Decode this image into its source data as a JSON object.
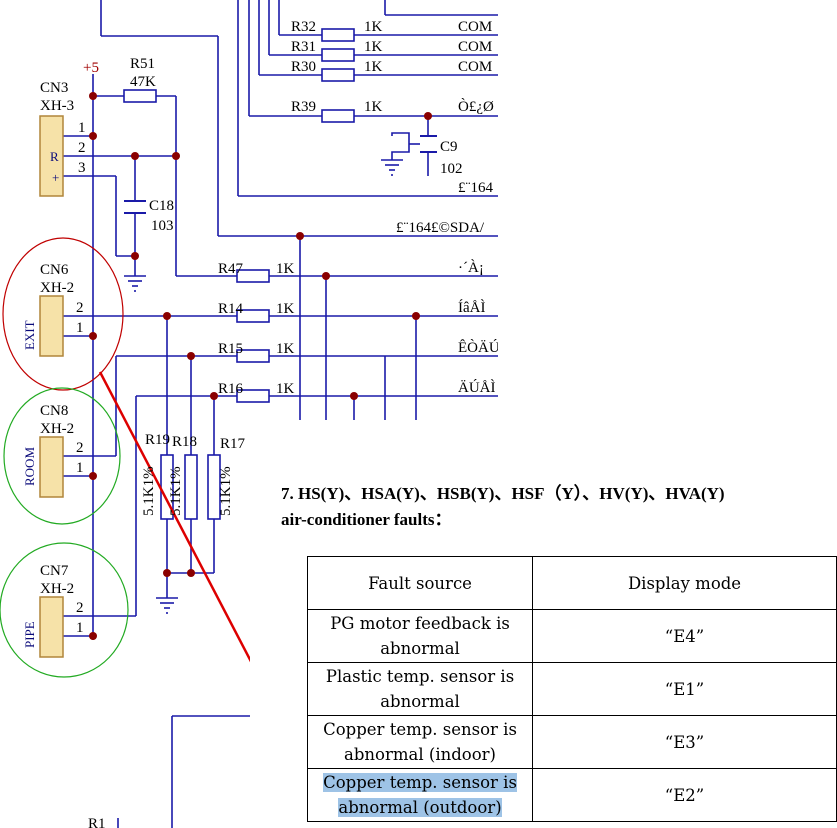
{
  "schematic": {
    "connectors": [
      {
        "ref": "CN3",
        "type": "XH-3",
        "pins": [
          "1",
          "2",
          "3"
        ],
        "body_text": "R",
        "pin_marks": [
          "+"
        ]
      },
      {
        "ref": "CN6",
        "type": "XH-2",
        "pins": [
          "2",
          "1"
        ],
        "body_text": "EXIT"
      },
      {
        "ref": "CN8",
        "type": "XH-2",
        "pins": [
          "2",
          "1"
        ],
        "body_text": "ROOM"
      },
      {
        "ref": "CN7",
        "type": "XH-2",
        "pins": [
          "2",
          "1"
        ],
        "body_text": "PIPE"
      }
    ],
    "supply": "+5",
    "r51": {
      "ref": "R51",
      "value": "47K"
    },
    "c18": {
      "ref": "C18",
      "value": "103"
    },
    "c9": {
      "ref": "C9",
      "value": "102"
    },
    "resistors": [
      {
        "ref": "R32",
        "value": "1K",
        "net": "COM"
      },
      {
        "ref": "R31",
        "value": "1K",
        "net": "COM"
      },
      {
        "ref": "R30",
        "value": "1K",
        "net": "COM"
      },
      {
        "ref": "R39",
        "value": "1K",
        "net": "Ò£¿Ø"
      },
      {
        "ref": "R47",
        "value": "1K",
        "net": "·´À¡"
      },
      {
        "ref": "R14",
        "value": "1K",
        "net": "ÍâÅÌ"
      },
      {
        "ref": "R15",
        "value": "1K",
        "net": "ÊÒÄÚ"
      },
      {
        "ref": "R16",
        "value": "1K",
        "net": "ÄÚÅÌ"
      }
    ],
    "pulldowns": [
      {
        "ref": "R19",
        "value": "5.1K1%"
      },
      {
        "ref": "R18",
        "value": "5.1K1%"
      },
      {
        "ref": "R17",
        "value": "5.1K1%"
      }
    ],
    "nets_extra": [
      "£¨164",
      "£¨164£©SDA/"
    ],
    "bottom_ref": "R1"
  },
  "section": {
    "heading_line1": "7. HS(Y)、HSA(Y)、HSB(Y)、HSF（Y）、HV(Y)、HVA(Y)",
    "heading_line2": "air-conditioner faults："
  },
  "table": {
    "headers": [
      "Fault source",
      "Display mode"
    ],
    "rows": [
      {
        "source": "PG motor feedback is abnormal",
        "display": "“E4”"
      },
      {
        "source": "Plastic temp. sensor is abnormal",
        "display": "“E1”"
      },
      {
        "source": "Copper temp. sensor is abnormal (indoor)",
        "display": "“E3”"
      },
      {
        "source": "Copper temp. sensor is abnormal (outdoor)",
        "display": "“E2”",
        "highlighted": true
      }
    ]
  },
  "colors": {
    "wire": "#1a1aa8",
    "component": "#1a1aa8",
    "junction": "#8a0000",
    "connector_fill": "#f6e2a8",
    "connector_stroke": "#b0853a",
    "circle_red": "#c00000",
    "circle_green": "#22aa22",
    "arrow": "#dd0000",
    "highlight": "#9ec3e6"
  }
}
